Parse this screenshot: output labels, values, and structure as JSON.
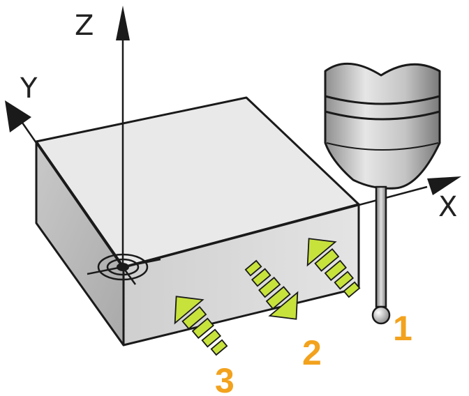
{
  "axes": {
    "x_label": "X",
    "y_label": "Y",
    "z_label": "Z"
  },
  "steps": [
    {
      "number": "1"
    },
    {
      "number": "2"
    },
    {
      "number": "3"
    }
  ],
  "icons": {
    "probe": "touch-probe-icon",
    "origin": "datum-target-icon"
  },
  "colors": {
    "step_number": "#f2a21d",
    "arrow_fill": "#c8e23c",
    "arrow_dark": "#a8c41c",
    "block_top": "#e9e9e9",
    "block_front": "#d5d5d5",
    "block_left": "#b9b9b9",
    "outline": "#1a1a1a"
  }
}
